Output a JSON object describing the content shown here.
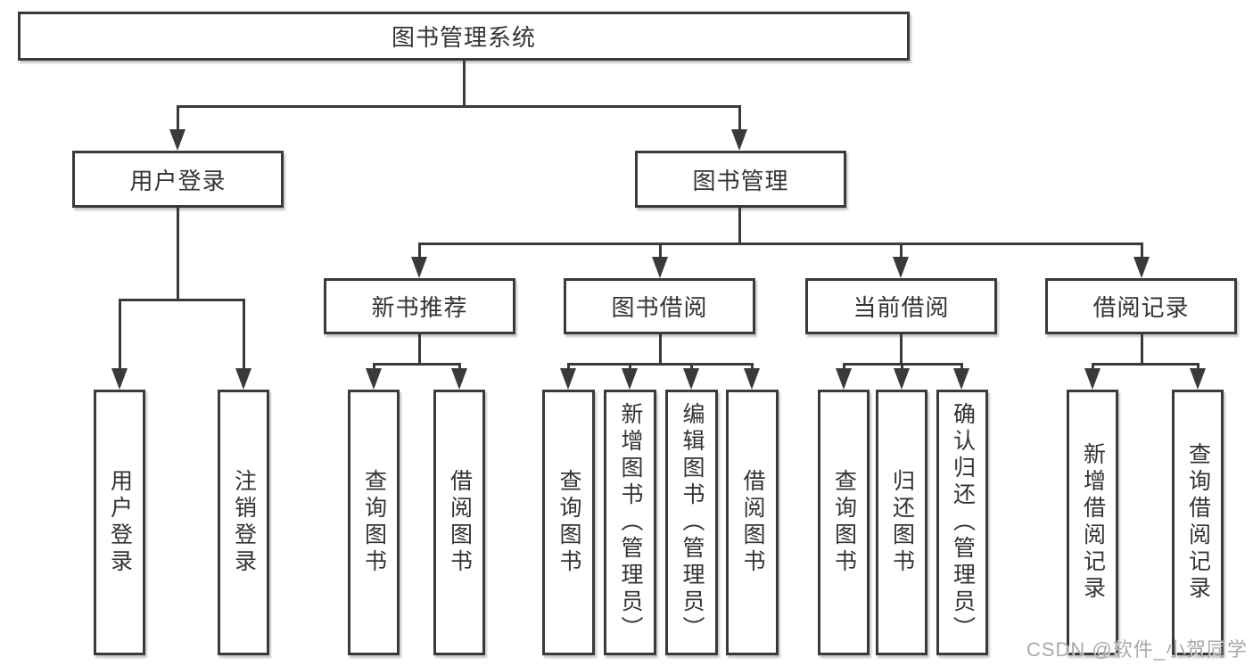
{
  "diagram": {
    "nodes": {
      "root": "图书管理系统",
      "user_login": "用户登录",
      "book_mgmt": "图书管理",
      "new_books": "新书推荐",
      "book_borrow": "图书借阅",
      "current_borrow": "当前借阅",
      "borrow_records": "借阅记录"
    },
    "leaves": {
      "user_login": [
        "用户登录",
        "注销登录"
      ],
      "new_books": [
        "查询图书",
        "借阅图书"
      ],
      "book_borrow": [
        "查询图书",
        "新增图书（管理员）",
        "编辑图书（管理员）",
        "借阅图书"
      ],
      "current_borrow": [
        "查询图书",
        "归还图书",
        "确认归还（管理员）"
      ],
      "borrow_records": [
        "新增借阅记录",
        "查询借阅记录"
      ]
    },
    "watermark": "CSDN @软件_小贺同学",
    "colors": {
      "line": "#3a3a3a",
      "text": "#333333",
      "background": "#ffffff",
      "watermark": "#a5a5a5"
    }
  }
}
